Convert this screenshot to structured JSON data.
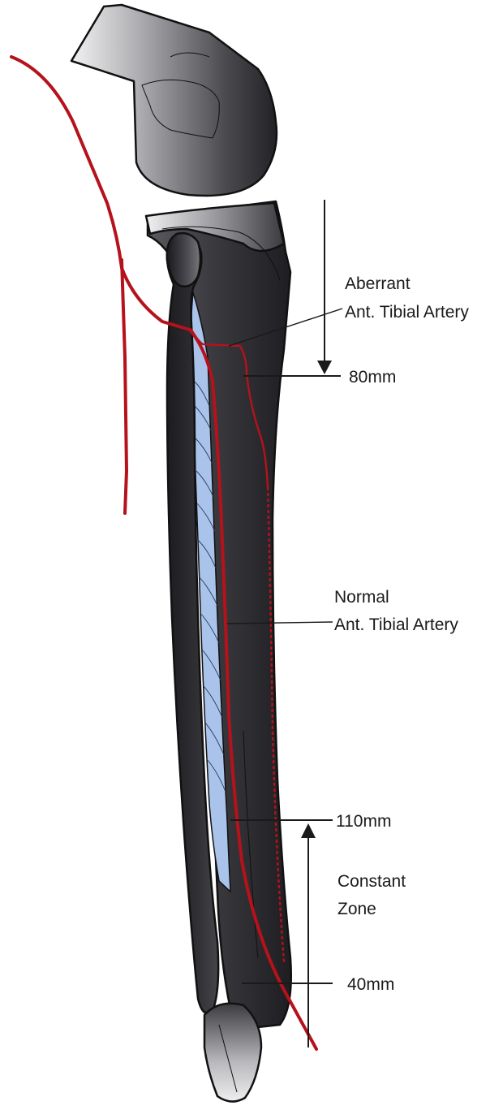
{
  "labels": {
    "aberrant_line1": "Aberrant",
    "aberrant_line2": "Ant. Tibial Artery",
    "normal_line1": "Normal",
    "normal_line2": "Ant. Tibial Artery",
    "constant_line1": "Constant",
    "constant_line2": "Zone"
  },
  "measurements": {
    "upper": "80mm",
    "middle": "110mm",
    "lower": "40mm"
  },
  "colors": {
    "artery": "#b5121b",
    "bone_dark": "#2c2c30",
    "bone_light": "#cfcfd2",
    "interosseous_membrane": "#a9c3ea"
  }
}
